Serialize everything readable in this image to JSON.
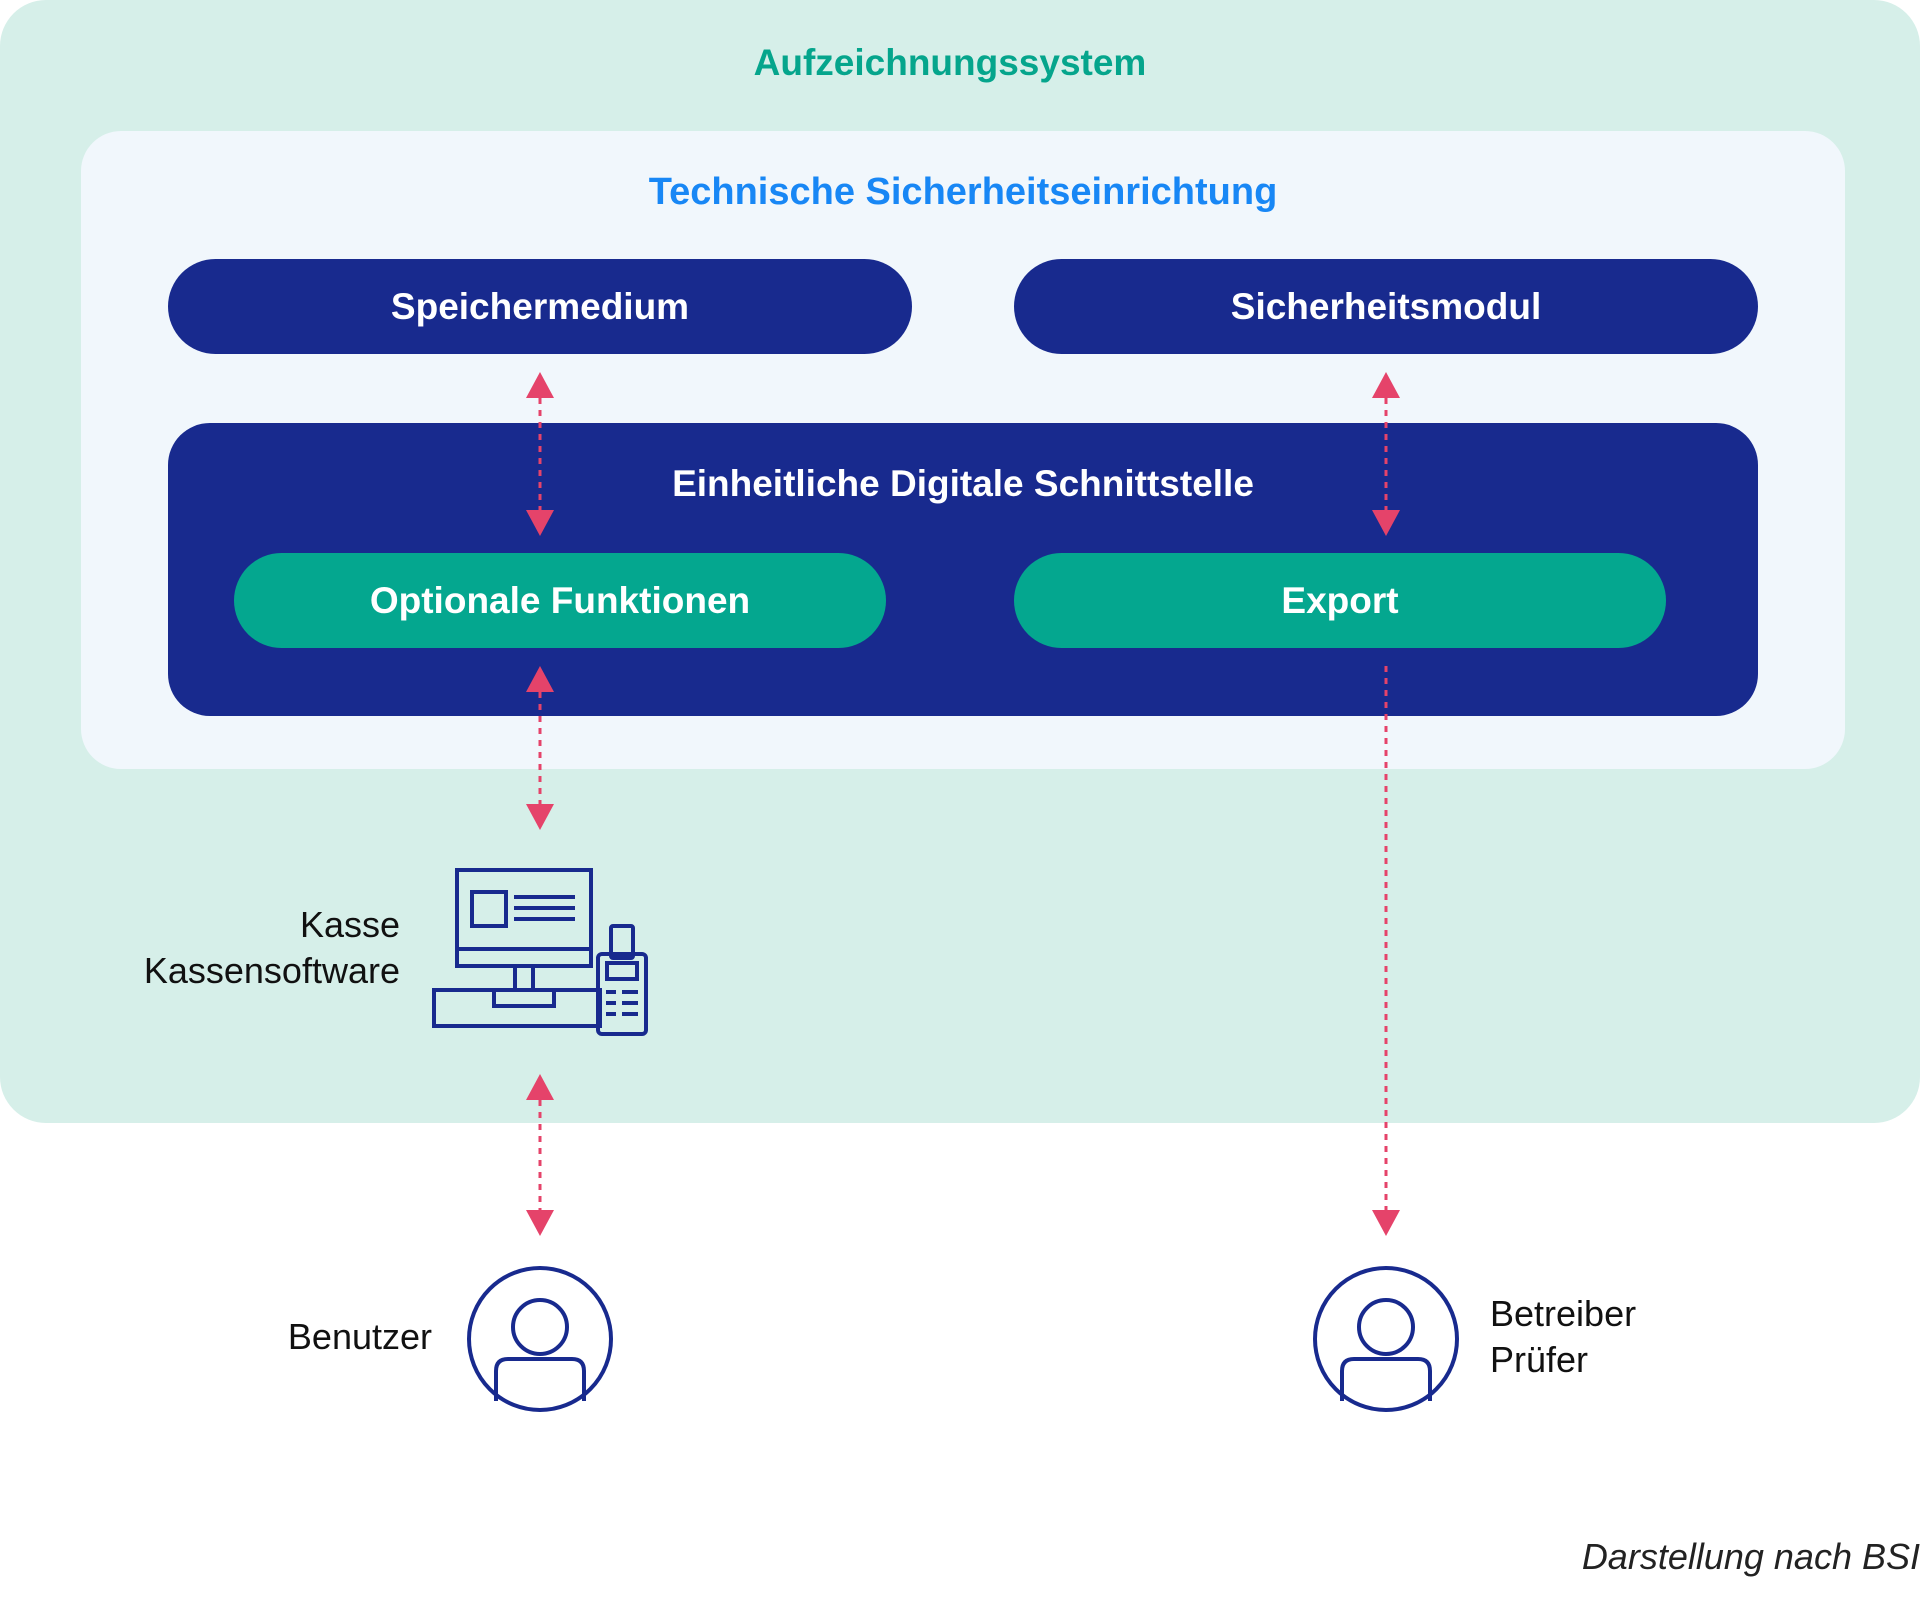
{
  "system": {
    "title": "Aufzeichnungssystem"
  },
  "tse": {
    "title": "Technische Sicherheitseinrichtung",
    "storage": "Speichermedium",
    "security_module": "Sicherheitsmodul"
  },
  "interface": {
    "title": "Einheitliche Digitale Schnittstelle",
    "optional": "Optionale Funktionen",
    "export": "Export"
  },
  "register": {
    "line1": "Kasse",
    "line2": "Kassensoftware"
  },
  "user": {
    "label": "Benutzer"
  },
  "operator": {
    "line1": "Betreiber",
    "line2": "Prüfer"
  },
  "caption": "Darstellung nach BSI",
  "colors": {
    "navy": "#182a8e",
    "green": "#04a78f",
    "arrow": "#e5436a",
    "system_bg": "#d6efe9",
    "tse_bg": "#f1f7fc",
    "tse_title": "#1887f5"
  },
  "icons": [
    "cash-register-icon",
    "user-icon"
  ]
}
